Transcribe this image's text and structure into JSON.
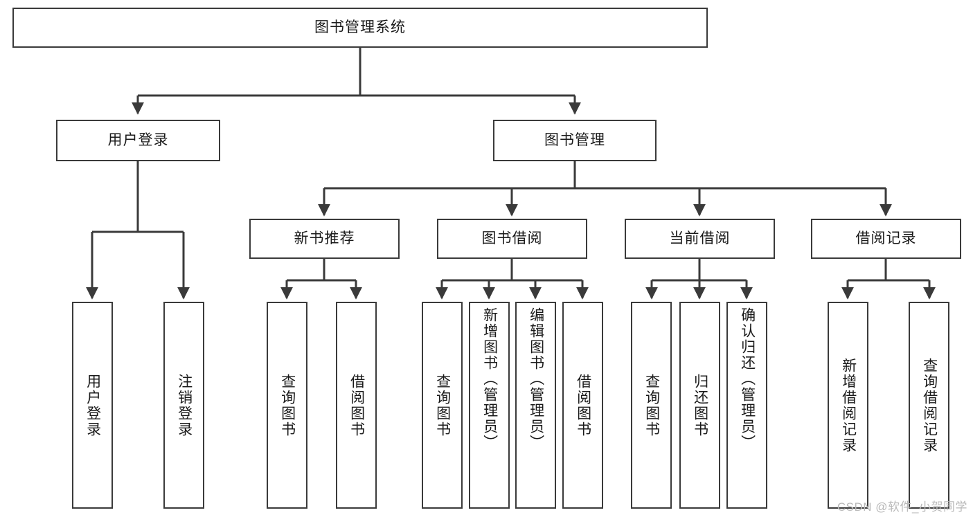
{
  "diagram": {
    "title": "图书管理系统",
    "watermark": "CSDN @软件_小贺同学",
    "stroke_color": "#3a3a3a",
    "text_color": "#1a1a1a",
    "background": "#ffffff",
    "root": {
      "label": "图书管理系统"
    },
    "level2": [
      {
        "label": "用户登录"
      },
      {
        "label": "图书管理"
      }
    ],
    "level3": [
      {
        "label": "新书推荐"
      },
      {
        "label": "图书借阅"
      },
      {
        "label": "当前借阅"
      },
      {
        "label": "借阅记录"
      }
    ],
    "leaves": {
      "user_login": [
        {
          "label": "用户登录"
        },
        {
          "label": "注销登录"
        }
      ],
      "new_book": [
        {
          "label": "查询图书"
        },
        {
          "label": "借阅图书"
        }
      ],
      "book_borrow": [
        {
          "label": "查询图书"
        },
        {
          "label": "新增图书（管理员）"
        },
        {
          "label": "编辑图书（管理员）"
        },
        {
          "label": "借阅图书"
        }
      ],
      "current_borrow": [
        {
          "label": "查询图书"
        },
        {
          "label": "归还图书"
        },
        {
          "label": "确认归还（管理员）"
        }
      ],
      "borrow_record": [
        {
          "label": "新增借阅记录"
        },
        {
          "label": "查询借阅记录"
        }
      ]
    }
  }
}
